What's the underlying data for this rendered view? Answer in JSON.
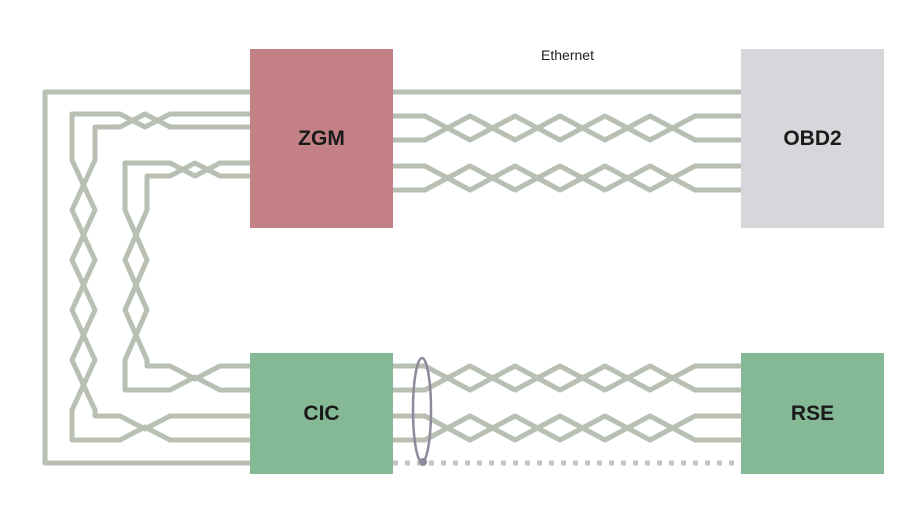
{
  "title": "Ethernet",
  "colors": {
    "wire": "#b8bfb3",
    "zgm": "#c48185",
    "obd2": "#d6d6db",
    "cic": "#85b895",
    "rse": "#85b895",
    "loop": "#8e8a9c",
    "dotted": "#c3c5c5"
  },
  "nodes": {
    "zgm": "ZGM",
    "obd2": "OBD2",
    "cic": "CIC",
    "rse": "RSE"
  }
}
